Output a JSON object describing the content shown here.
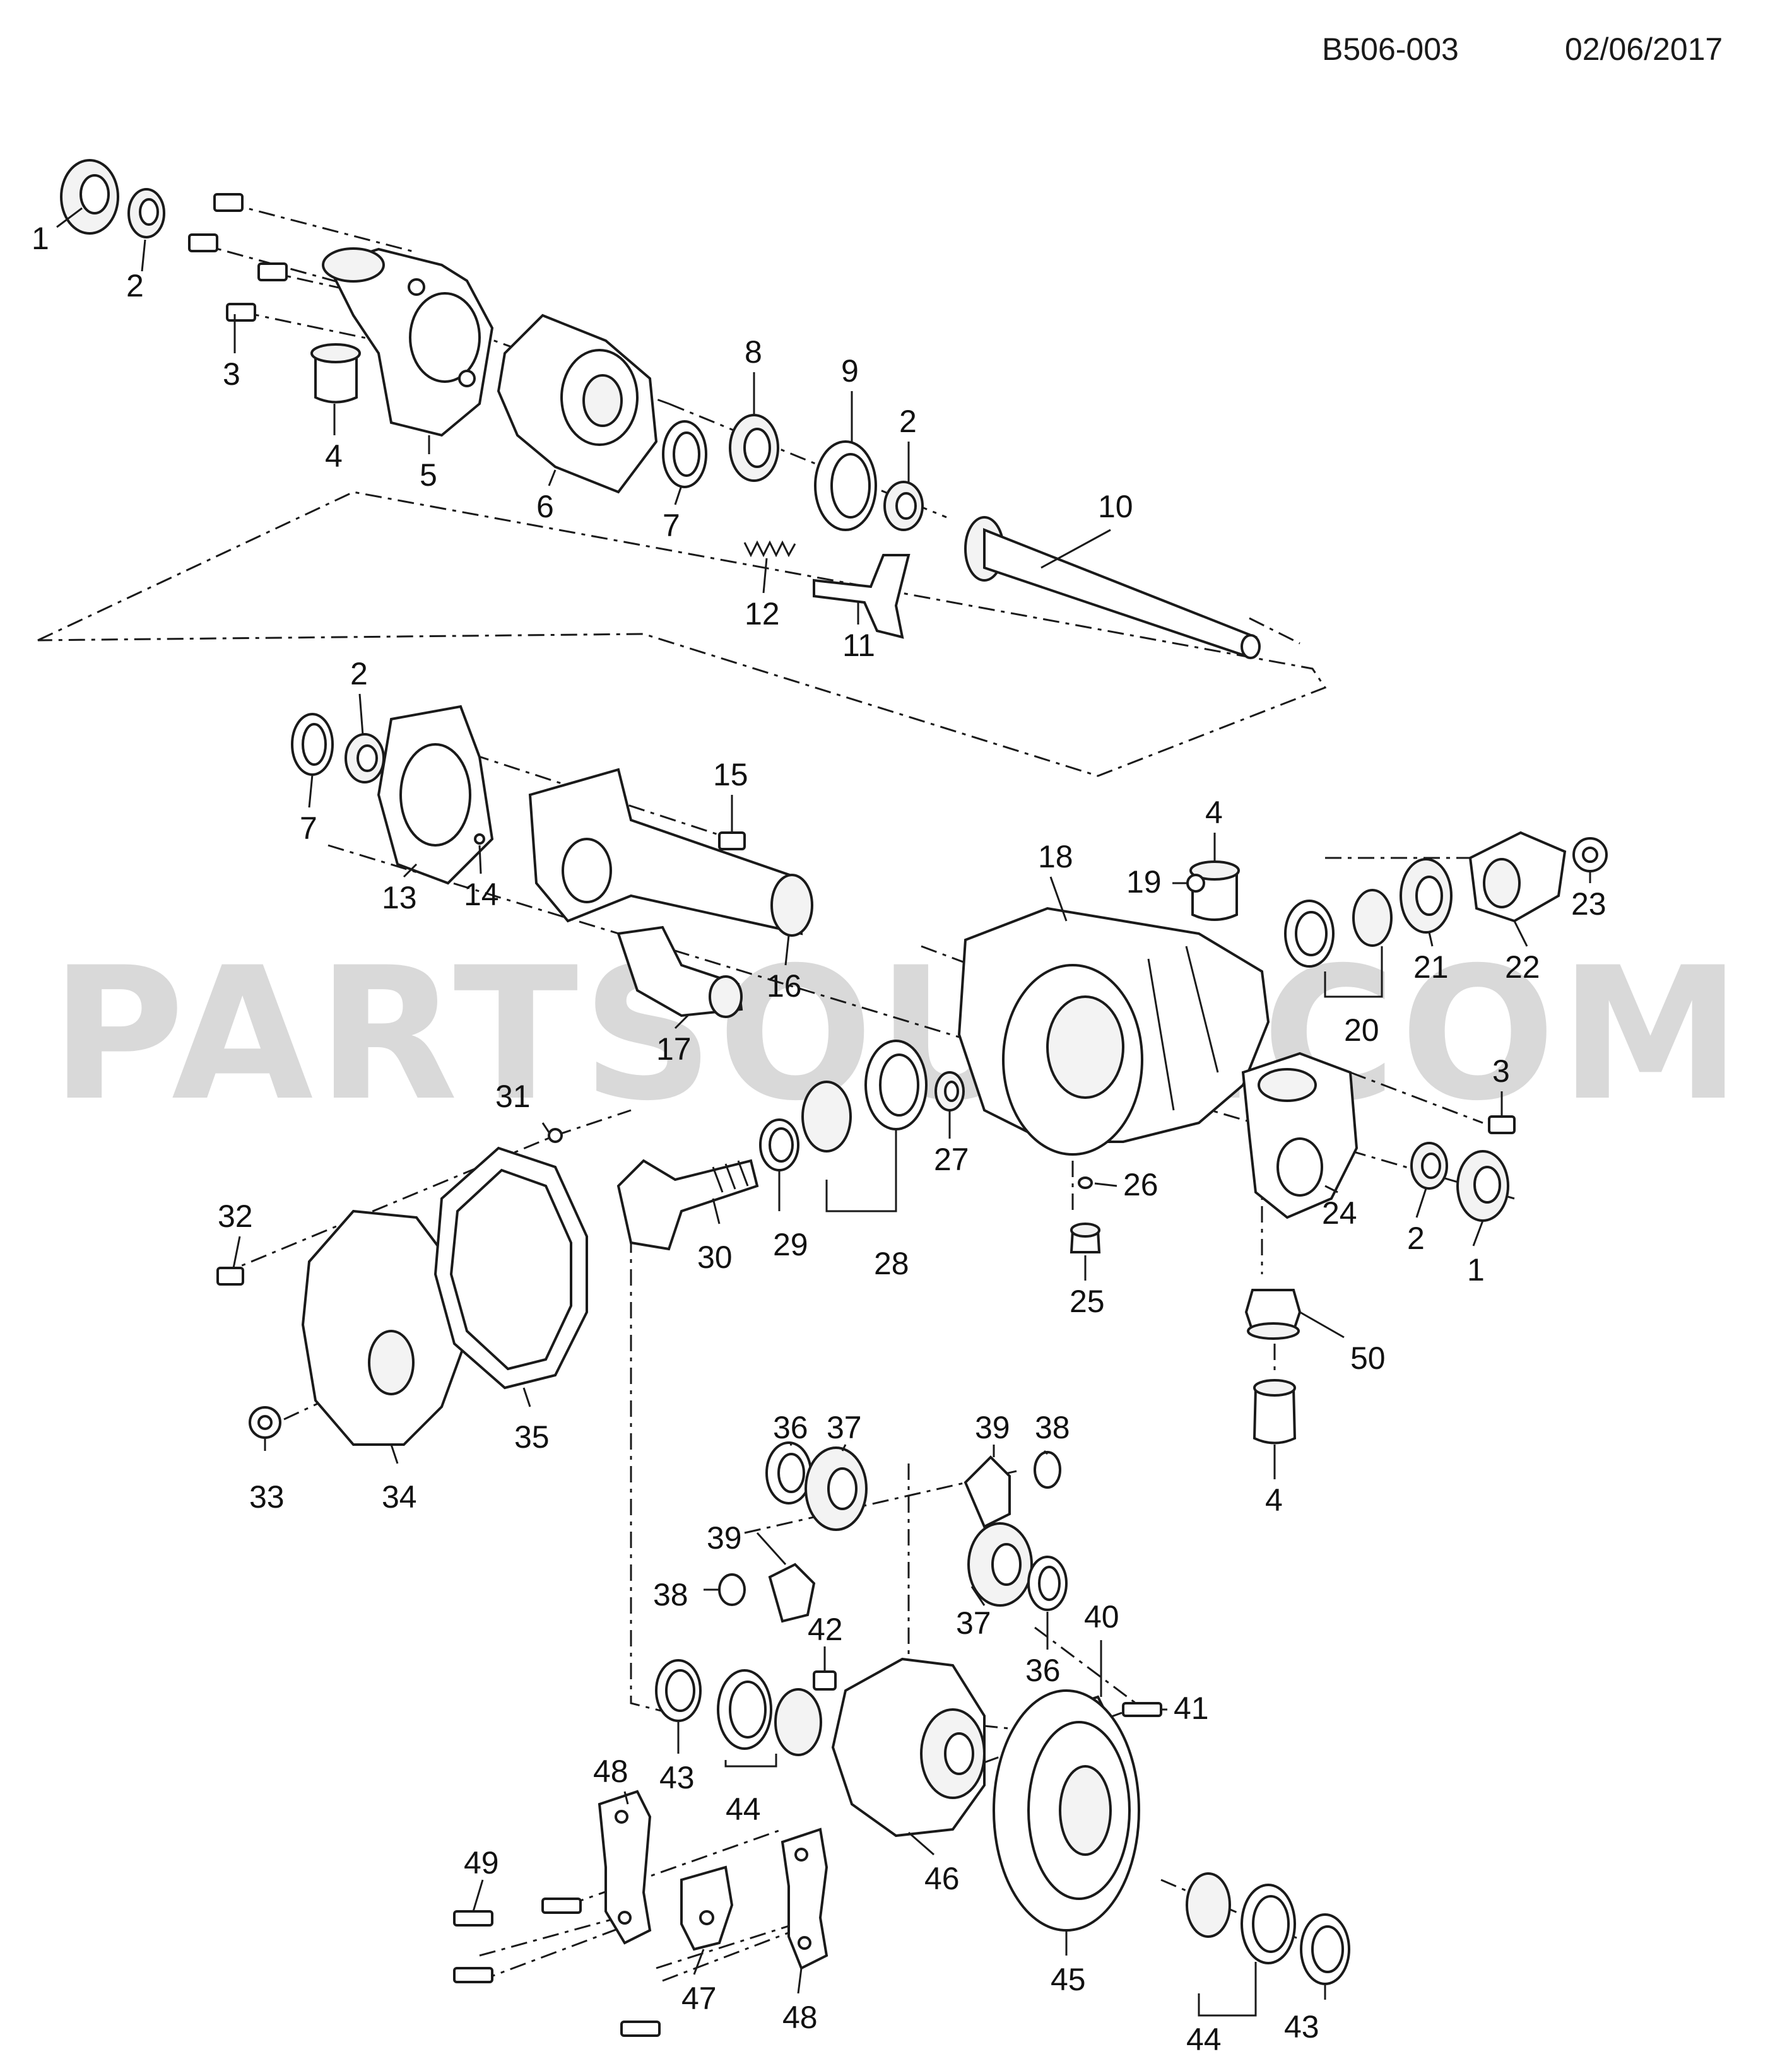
{
  "header": {
    "diagram_code": "B506-003",
    "date": "02/06/2017"
  },
  "watermark": "PARTSOUQ.COM",
  "callouts": [
    "1",
    "2",
    "3",
    "4",
    "5",
    "6",
    "7",
    "8",
    "9",
    "2",
    "10",
    "11",
    "12",
    "2",
    "7",
    "13",
    "14",
    "15",
    "16",
    "17",
    "4",
    "18",
    "19",
    "20",
    "21",
    "22",
    "23",
    "3",
    "24",
    "2",
    "1",
    "26",
    "25",
    "27",
    "28",
    "29",
    "30",
    "31",
    "32",
    "33",
    "34",
    "35",
    "50",
    "4",
    "36",
    "37",
    "39",
    "38",
    "39",
    "38",
    "37",
    "36",
    "40",
    "41",
    "42",
    "43",
    "44",
    "46",
    "45",
    "44",
    "43",
    "48",
    "49",
    "47",
    "48"
  ],
  "colors": {
    "ink": "#1a1a1a",
    "watermark": "#d9d9d9",
    "background": "#ffffff"
  }
}
